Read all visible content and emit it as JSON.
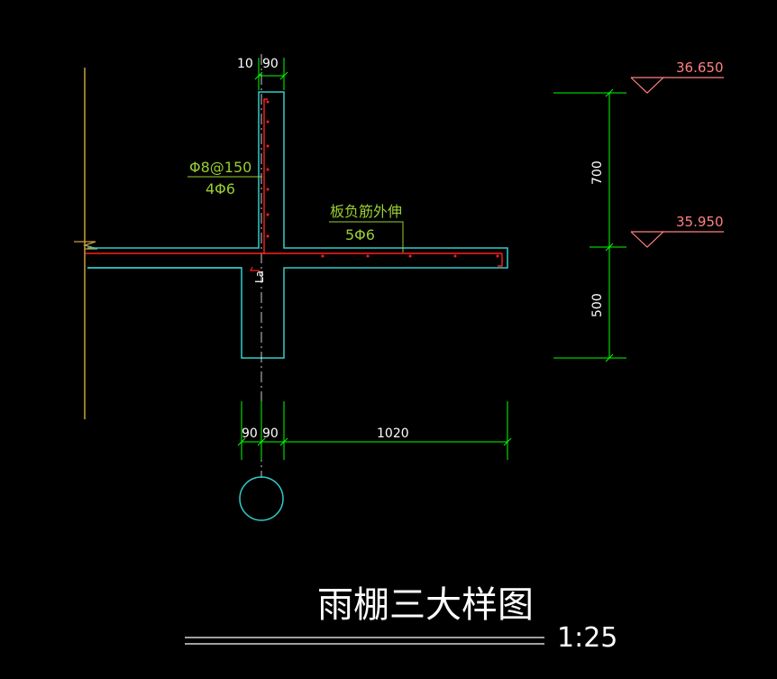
{
  "drawing": {
    "title": "雨棚三大样图",
    "scale": "1:25",
    "colors": {
      "background": "#000000",
      "concrete_outline": "#33cccc",
      "rebar": "#ff2020",
      "dimension": "#00ff00",
      "elevation_text": "#ff8080",
      "leader": "#9acd32",
      "wall_line": "#c8a040",
      "text": "#ffffff"
    },
    "dimensions": {
      "top_left": "10",
      "top_right": "90",
      "bottom_a": "90",
      "bottom_b": "90",
      "bottom_span": "1020",
      "vertical_upper": "700",
      "vertical_lower": "500"
    },
    "elevations": {
      "upper": "36.650",
      "lower": "35.950"
    },
    "rebar_labels": {
      "stirrup": "Φ8@150",
      "column_bars": "4Φ6",
      "slab_note": "板负筋外伸",
      "slab_bars": "5Φ6"
    },
    "marks": {
      "anchorage": "La"
    }
  }
}
